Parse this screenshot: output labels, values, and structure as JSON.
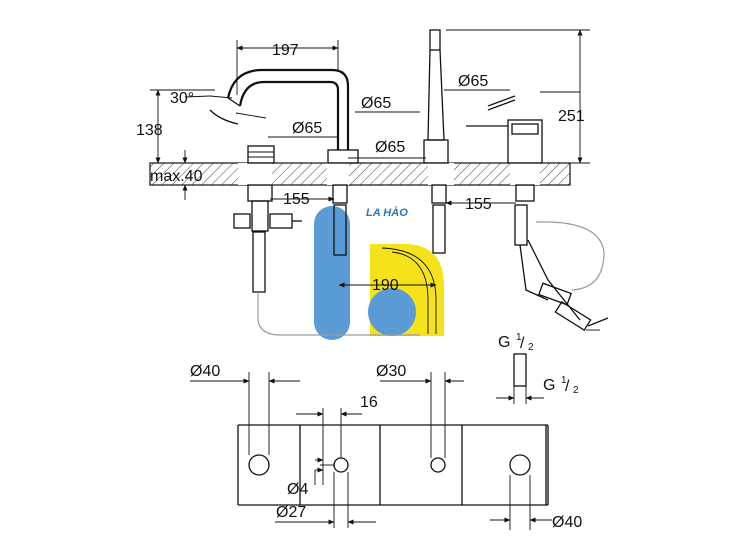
{
  "dimensions": {
    "spout_reach": "197",
    "spout_angle": "30°",
    "spout_height": "138",
    "deck_thickness": "max.40",
    "base_diameter_center": "Ø65",
    "base_diameter_lower": "Ø65",
    "base_diameter_upper": "Ø65",
    "base_diameter_right": "Ø65",
    "handshower_height": "251",
    "spacing_left": "155",
    "spacing_right": "155",
    "spacing_middle": "190",
    "hose_thread_main": "G",
    "hose_thread_other": "G",
    "thread_fraction_num": "1",
    "thread_fraction_den": "2",
    "hole_large_left": "Ø40",
    "hole_center": "Ø30",
    "hole_offset": "16",
    "hole_small": "Ø4",
    "hole_width": "Ø27",
    "hole_large_right": "Ø40"
  },
  "watermark": {
    "text": "LA HÀO",
    "color_blue": "#5b9bd5",
    "color_yellow": "#f5e21b"
  },
  "colors": {
    "line": "#111111",
    "hatch": "#444444",
    "hose_outline": "#9a9a9a"
  }
}
